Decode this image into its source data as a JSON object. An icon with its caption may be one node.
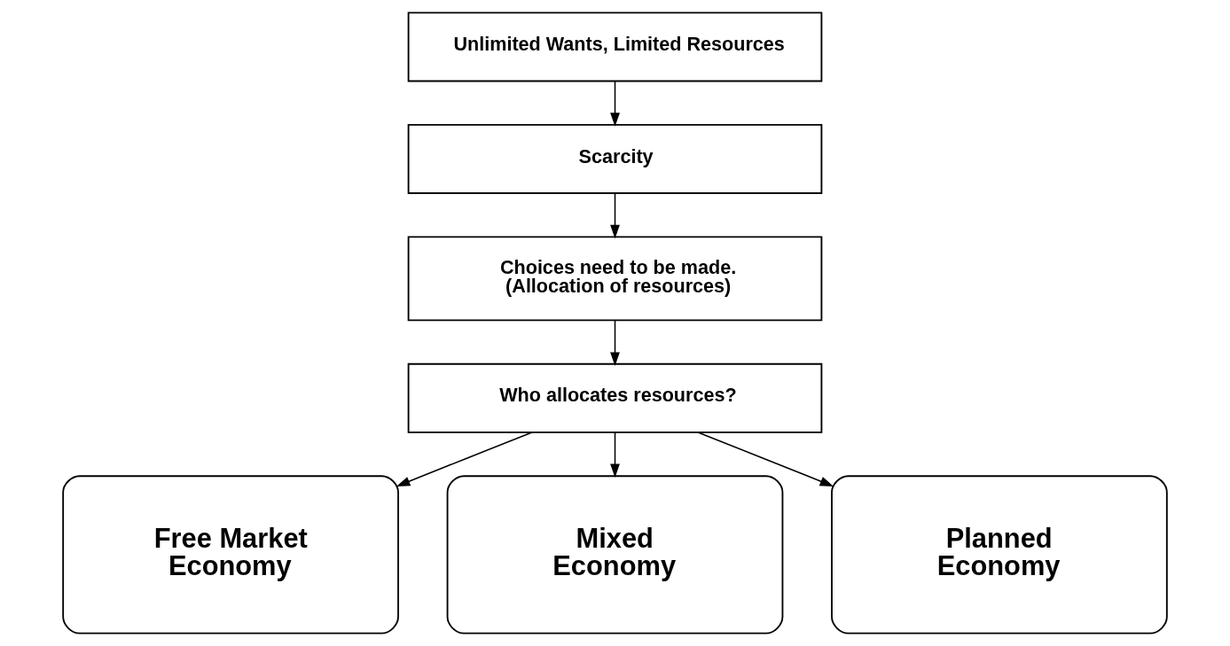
{
  "diagram": {
    "nodes": [
      {
        "text": [
          "Unlimited Wants, Limited Resources"
        ]
      },
      {
        "text": [
          "Scarcity"
        ]
      },
      {
        "text": [
          "Choices need to be made. (Allocation of resources)"
        ]
      },
      {
        "text": [
          "Who allocates resources?"
        ]
      },
      {
        "text": [
          "Free Market Economy"
        ]
      },
      {
        "text": [
          "Mixed Economy"
        ]
      },
      {
        "text": [
          "Planned Economy"
        ]
      }
    ],
    "edges": [
      {
        "from": 0,
        "to": 1,
        "arrow": "to"
      },
      {
        "from": 1,
        "to": 2,
        "arrow": "to"
      },
      {
        "from": 2,
        "to": 3,
        "arrow": "to"
      },
      {
        "from": 3,
        "to": 4,
        "arrow": "to"
      },
      {
        "from": 3,
        "to": 5,
        "arrow": "to"
      },
      {
        "from": 3,
        "to": 6,
        "arrow": "to"
      }
    ]
  }
}
